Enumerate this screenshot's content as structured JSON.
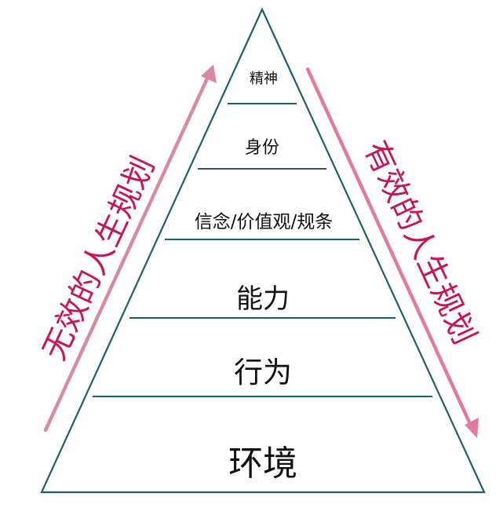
{
  "levels": [
    {
      "label": "精神"
    },
    {
      "label": "身份"
    },
    {
      "label": "信念/价值观/规条"
    },
    {
      "label": "能力"
    },
    {
      "label": "行为"
    },
    {
      "label": "环境"
    }
  ],
  "left_arrow": {
    "label": "无效的人生规划",
    "direction": "up"
  },
  "right_arrow": {
    "label": "有效的人生规划",
    "direction": "down"
  },
  "colors": {
    "outline": "#1f5f6b",
    "arrow_left": "#d98aa3",
    "arrow_right": "#e07b9c",
    "arrow_text": "#c2185b",
    "label_text": "#111111"
  }
}
